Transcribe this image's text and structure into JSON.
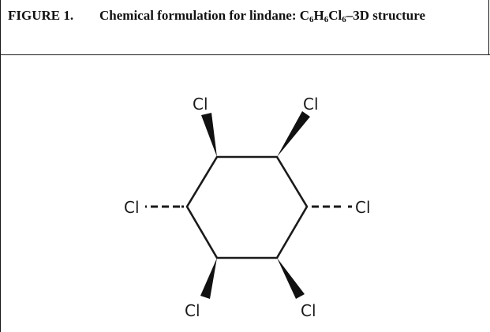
{
  "figure": {
    "label": "FIGURE 1.",
    "title_prefix": "Chemical formulation for lindane: C",
    "sub_c": "6",
    "h": "H",
    "sub_h": "6",
    "cl": "Cl",
    "sub_cl": "6",
    "title_suffix": "–3D structure"
  },
  "diagram": {
    "atoms": {
      "top_left": "Cl",
      "top_right": "Cl",
      "left": "Cl",
      "right": "Cl",
      "bottom_left": "Cl",
      "bottom_right": "Cl"
    },
    "ring": "hexagon",
    "bond_styles": [
      "wedge",
      "wedge",
      "dashed",
      "dashed",
      "wedge",
      "wedge"
    ]
  }
}
